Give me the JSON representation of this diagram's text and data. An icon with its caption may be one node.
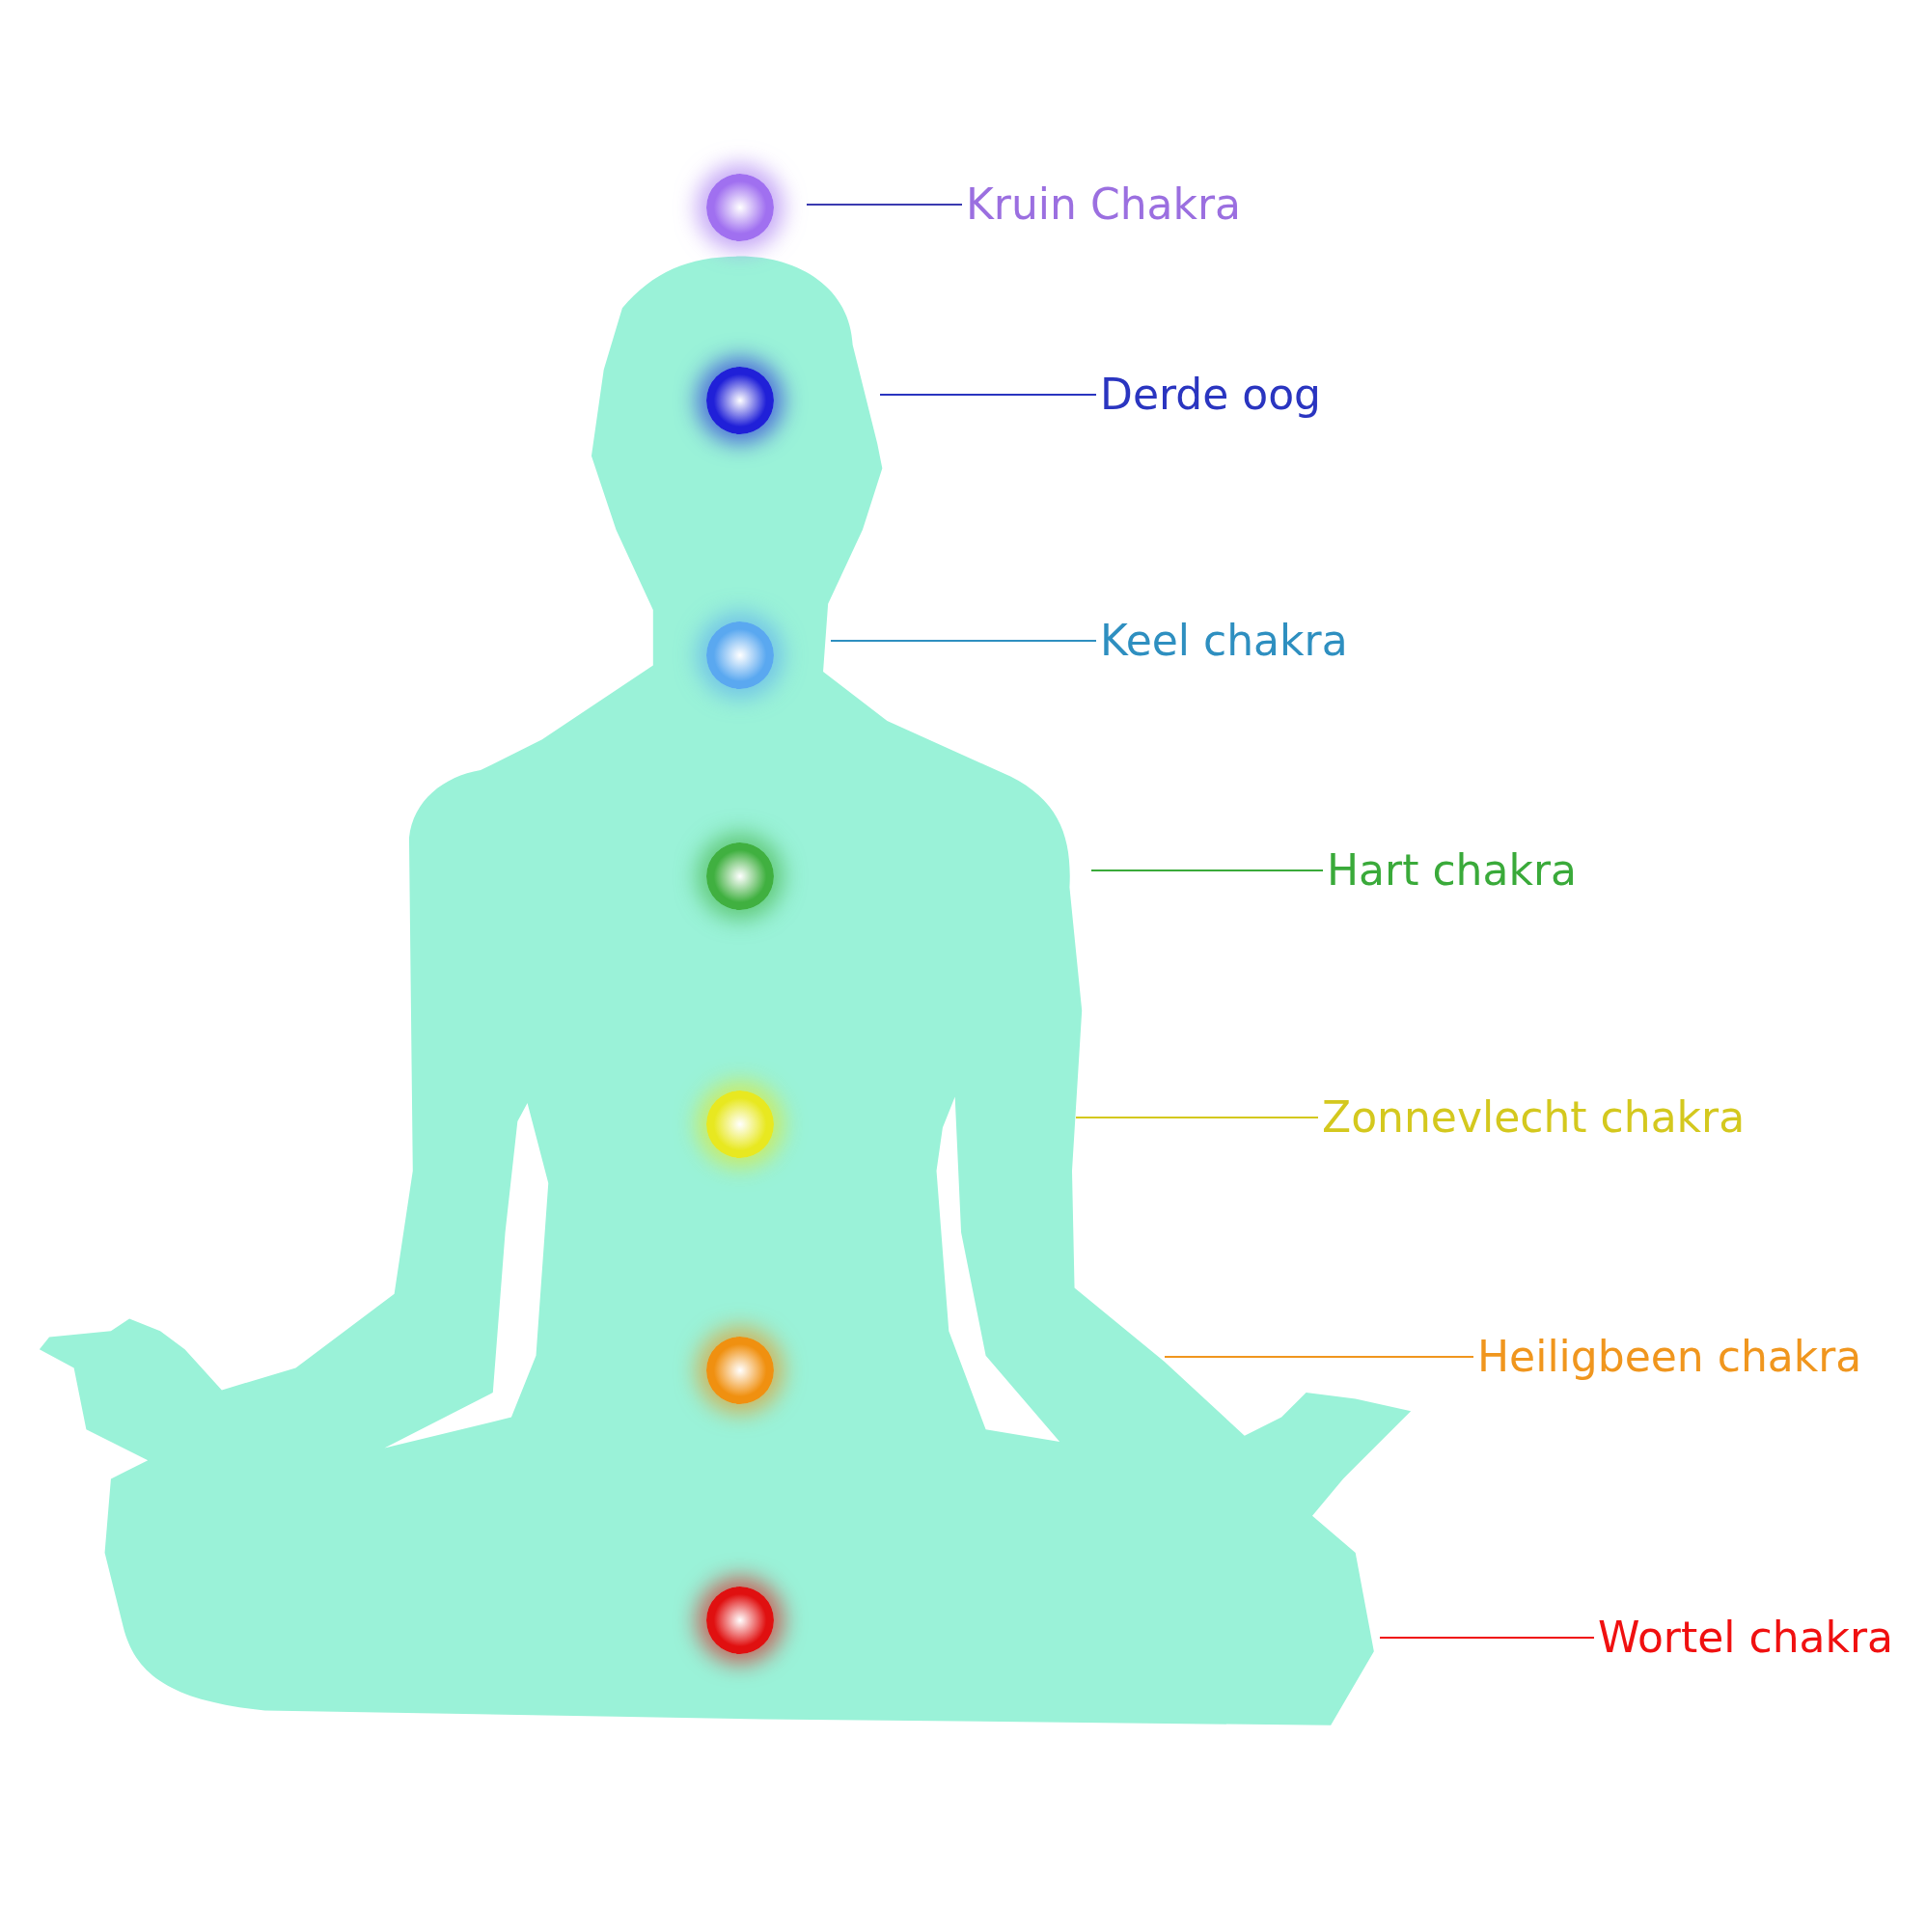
{
  "diagram": {
    "nodes": [
      {
        "text": [
          "Kruin Chakra"
        ]
      },
      {
        "text": [
          "Derde oog"
        ]
      },
      {
        "text": [
          "Keel chakra"
        ]
      },
      {
        "text": [
          "Hart chakra"
        ]
      },
      {
        "text": [
          "Zonnevlecht chakra"
        ]
      },
      {
        "text": [
          "Heiligbeen chakra"
        ]
      },
      {
        "text": [
          "Wortel chakra"
        ]
      },
      {
        "text": [],
        "shape": "circle"
      },
      {
        "text": [],
        "shape": "circle"
      },
      {
        "text": [],
        "shape": "circle"
      },
      {
        "text": [],
        "shape": "circle"
      },
      {
        "text": [],
        "shape": "circle"
      },
      {
        "text": [],
        "shape": "circle"
      },
      {
        "text": [],
        "shape": "circle"
      }
    ],
    "edges": [
      {
        "from": 0,
        "to": null,
        "arrow": "none",
        "color": "#3a3ab0"
      },
      {
        "from": 1,
        "to": null,
        "arrow": "none",
        "color": "#2a35c0"
      },
      {
        "from": 2,
        "to": null,
        "arrow": "none",
        "color": "#2e8fc0"
      },
      {
        "from": 3,
        "to": null,
        "arrow": "none",
        "color": "#3aaa3a"
      },
      {
        "from": 4,
        "to": null,
        "arrow": "none",
        "color": "#d4c81e"
      },
      {
        "from": 5,
        "to": null,
        "arrow": "none",
        "color": "#f0961e"
      },
      {
        "from": 6,
        "to": null,
        "arrow": "none",
        "color": "#f01010"
      }
    ]
  }
}
